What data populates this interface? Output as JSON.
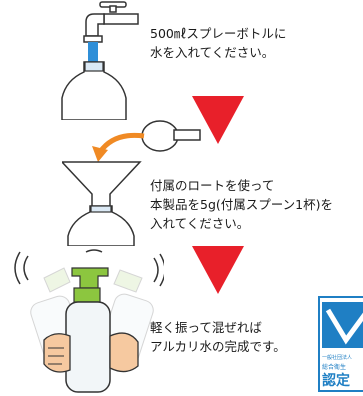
{
  "steps": [
    {
      "line1": "500㎖スプレーボトルに",
      "line2": "水を入れてください。"
    },
    {
      "line1": "付属のロートを使って",
      "line2": "本製品を5g(付属スプーン1杯)を",
      "line3": "入れてください。"
    },
    {
      "line1": "軽く振って混ぜれば",
      "line2": "アルカリ水の完成です。"
    }
  ],
  "badge": {
    "top_text": "一般社団法人",
    "mid_text": "総合衛生",
    "bottom_text": "認定"
  },
  "colors": {
    "arrow_red": "#e8202a",
    "water_blue": "#2f8fd8",
    "bottle_green": "#8cc63f",
    "badge_blue": "#1f7fc4",
    "orange_arrow": "#f08a24"
  },
  "icons": [
    "faucet-icon",
    "spoon-icon",
    "funnel-icon",
    "spray-bottle-icon",
    "down-arrow-icon"
  ]
}
